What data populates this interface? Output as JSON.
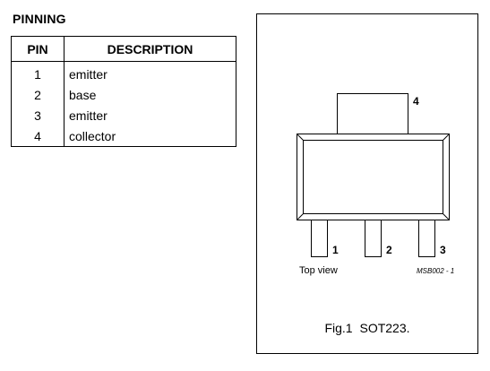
{
  "section_title": "PINNING",
  "table": {
    "headers": [
      "PIN",
      "DESCRIPTION"
    ],
    "rows": [
      {
        "pin": "1",
        "description": "emitter"
      },
      {
        "pin": "2",
        "description": "base"
      },
      {
        "pin": "3",
        "description": "emitter"
      },
      {
        "pin": "4",
        "description": "collector"
      }
    ]
  },
  "figure": {
    "pin_labels": [
      "1",
      "2",
      "3",
      "4"
    ],
    "view_label": "Top view",
    "drawing_code": "MSB002 - 1",
    "caption_number": "Fig.1",
    "caption_text": "SOT223."
  }
}
